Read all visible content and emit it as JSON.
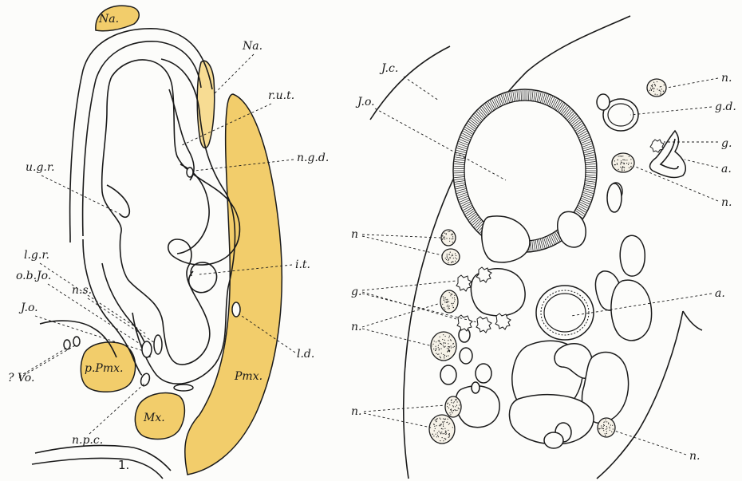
{
  "colors": {
    "background": "#fcfcfa",
    "bone": "#f2cd6b",
    "bone_light": "#f7dc93",
    "ink": "#1a1a1a"
  },
  "figure1": {
    "number": "1.",
    "labels": {
      "na_top": "Na.",
      "na": "Na.",
      "rut": "r.u.t.",
      "ngd": "n.g.d.",
      "ugr": "u.g.r.",
      "lgr": "l.g.r.",
      "objo": "o.b.Jo.",
      "ns": "n.s.",
      "jo": "J.o.",
      "it": "i.t.",
      "ld": "l.d.",
      "ppmx": "p.Pmx.",
      "pmx": "Pmx.",
      "vo": "? Vo.",
      "mx": "Mx.",
      "npc": "n.p.c."
    }
  },
  "figure2": {
    "labels": {
      "jc": "J.c.",
      "jo": "J.o.",
      "n_top": "n.",
      "gd": "g.d.",
      "g_right": "g.",
      "a_right": "a.",
      "n_right": "n.",
      "n_left1": "n",
      "g_left": "g.",
      "n_left2": "n.",
      "a_mid": "a.",
      "n_bottom_left": "n.",
      "n_bottom_right": "n."
    }
  }
}
